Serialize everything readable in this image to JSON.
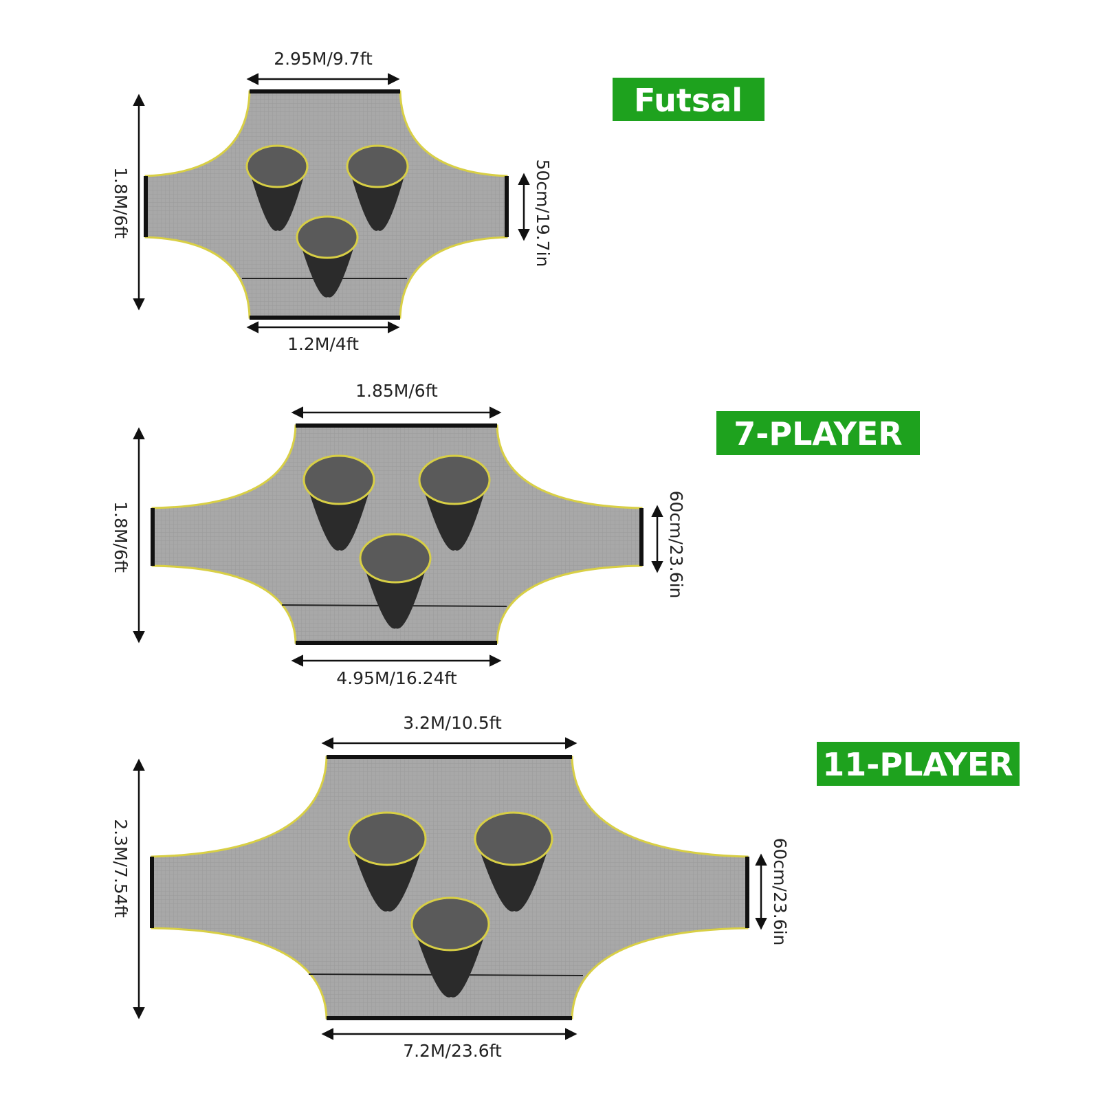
{
  "nets": [
    {
      "badge": "Futsal",
      "top_width": "2.95M/9.7ft",
      "bottom_width": "1.2M/4ft",
      "height": "1.8M/6ft",
      "side_height": "50cm/19.7in"
    },
    {
      "badge": "7-PLAYER",
      "top_width": "1.85M/6ft",
      "bottom_width": "4.95M/16.24ft",
      "height": "1.8M/6ft",
      "side_height": "60cm/23.6in"
    },
    {
      "badge": "11-PLAYER",
      "top_width": "3.2M/10.5ft",
      "bottom_width": "7.2M/23.6ft",
      "height": "2.3M/7.54ft",
      "side_height": "60cm/23.6in"
    }
  ],
  "colors": {
    "badge_green": "#1ea21e",
    "net_gray": "#a8a8a8",
    "edge_yellow": "#d8cf45",
    "pocket_black": "#2b2b2b"
  }
}
